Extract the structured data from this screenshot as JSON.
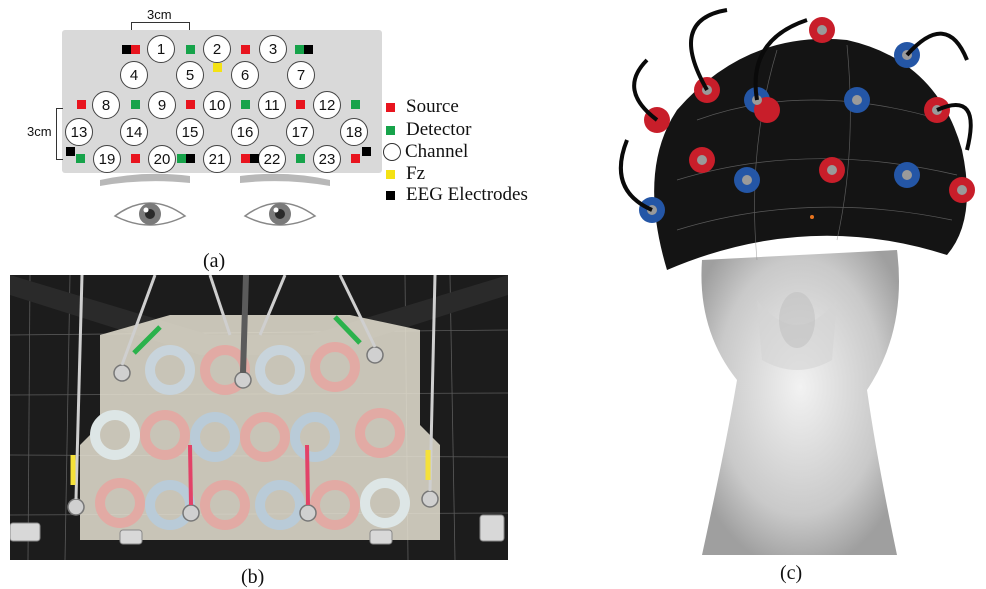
{
  "panel_a": {
    "label": "(a)",
    "dim_top": "3cm",
    "dim_left": "3cm",
    "channels": [
      "1",
      "2",
      "3",
      "4",
      "5",
      "6",
      "7",
      "8",
      "9",
      "10",
      "11",
      "12",
      "13",
      "14",
      "15",
      "16",
      "17",
      "18",
      "19",
      "20",
      "21",
      "22",
      "23"
    ],
    "legend": {
      "source": "Source",
      "detector": "Detector",
      "channel": "Channel",
      "fz": "Fz",
      "eeg": "EEG Electrodes"
    },
    "colors": {
      "source": "#e8141e",
      "detector": "#16a34a",
      "fz": "#f4e214",
      "eeg": "#000000",
      "board": "#d9d9d9"
    }
  },
  "panel_b": {
    "label": "(b)"
  },
  "panel_c": {
    "label": "(c)"
  }
}
